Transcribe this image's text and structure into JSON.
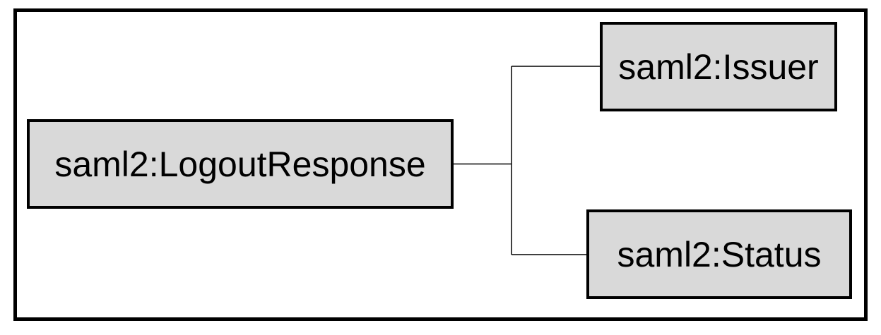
{
  "diagram": {
    "root": {
      "label": "saml2:LogoutResponse"
    },
    "children": [
      {
        "label": "saml2:Issuer"
      },
      {
        "label": "saml2:Status"
      }
    ]
  },
  "colors": {
    "background": "#ffffff",
    "node_fill": "#d9d9d9",
    "node_border": "#000000",
    "frame_border": "#000000",
    "connector": "#000000",
    "text": "#000000"
  }
}
